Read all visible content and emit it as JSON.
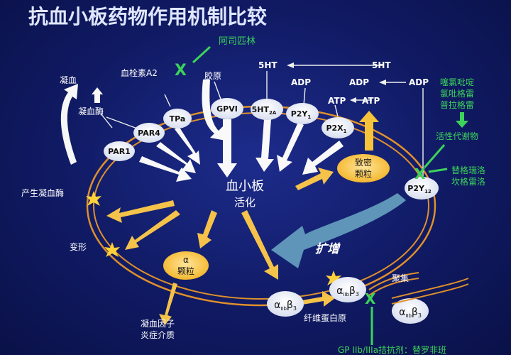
{
  "title": "抗血小板药物作用机制比较",
  "labels": {
    "aspirin": "阿司匹林",
    "coagulation": "凝血",
    "thrombin_enzyme": "凝血酶",
    "thromboxane": "血栓素A2",
    "collagen": "胶原",
    "serotonin_top": "5HT",
    "serotonin_right": "5HT",
    "adp_1": "ADP",
    "adp_2": "ADP",
    "adp_3": "ADP",
    "atp_1": "ATP",
    "atp_2": "ATP",
    "thienopyridines": [
      "噻氯吡啶",
      "氯吡格雷",
      "普拉格雷"
    ],
    "active_metabolite": "活性代谢物",
    "ticagrelor_cangrelor": [
      "替格瑞洛",
      "坎格雷洛"
    ],
    "generate_thrombin": "产生凝血酶",
    "shape_change": "变形",
    "platelet_activation": [
      "血小板",
      "活化"
    ],
    "dense_granule": [
      "致密",
      "颗粒"
    ],
    "alpha_granule": [
      "α",
      "颗粒"
    ],
    "amplification": "扩增",
    "aggregation": "聚集",
    "fibrinogen": "纤维蛋白原",
    "coag_factors": [
      "凝血因子",
      "炎症介质"
    ],
    "gp_inhibitors": "GP IIb/IIIa拮抗剂：替罗非班"
  },
  "receptors": {
    "par1": "PAR1",
    "par4": "PAR4",
    "tpa": "TPa",
    "gpvi": "GPVI",
    "ht2a": "5HT",
    "ht2a_sub": "2A",
    "p2y1": "P2Y",
    "p2y1_sub": "1",
    "p2x1": "P2X",
    "p2x1_sub": "1",
    "p2y12": "P2Y",
    "p2y12_sub": "12",
    "integrin_alpha": "α",
    "integrin_sub": "IIb",
    "integrin_beta": "β",
    "integrin_beta_sub": "3"
  },
  "colors": {
    "background": "#101a63",
    "arrow_fill": "#f9f9f9",
    "orange_arrow": "#f5c24a",
    "membrane": "#e0902a",
    "drug_green": "#3bd35a",
    "blue_arrow": "#5e95b8",
    "granule": "#f7c33b"
  }
}
